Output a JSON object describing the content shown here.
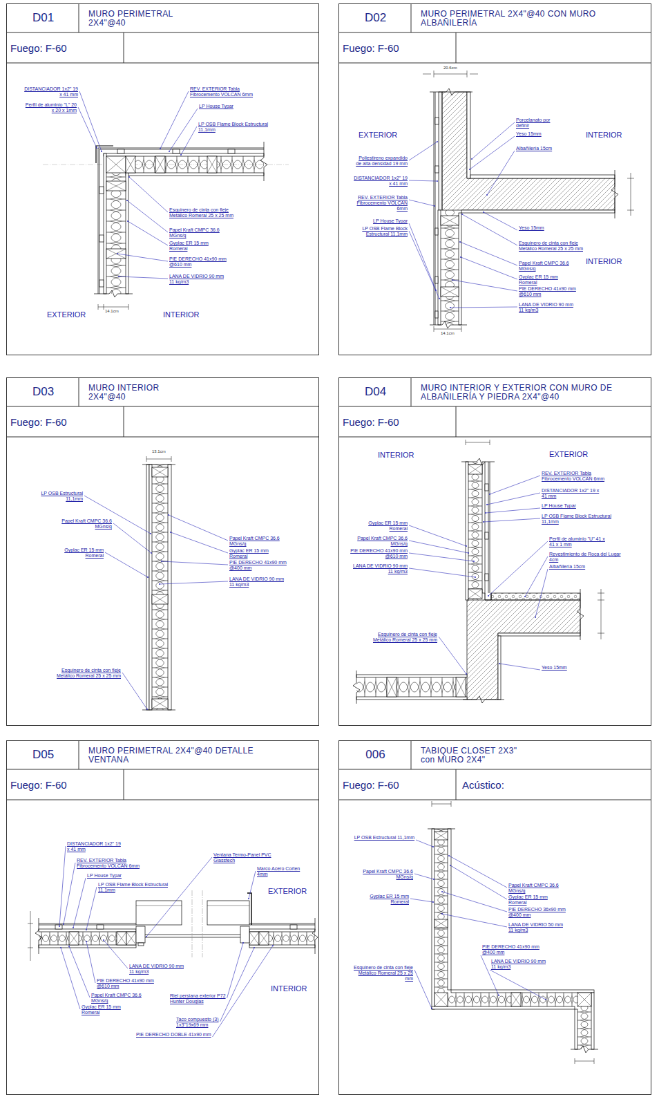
{
  "diagram": {
    "nodes": [
      {
        "text": [
          "D01",
          "MURO PERIMETRAL 2X4\"@40",
          "Fuego: F-60"
        ]
      },
      {
        "text": [
          "D02",
          "MURO PERIMETRAL 2X4\"@40 CON MURO ALBAÑILERÍA",
          "Fuego: F-60"
        ]
      },
      {
        "text": [
          "D03",
          "MURO INTERIOR 2X4\"@40",
          "Fuego: F-60"
        ]
      },
      {
        "text": [
          "D04",
          "MURO INTERIOR Y EXTERIOR CON MURO DE ALBAÑILERÍA Y PIEDRA 2X4\"@40",
          "Fuego: F-60"
        ]
      },
      {
        "text": [
          "D05",
          "MURO PERIMETRAL 2X4\"@40 DETALLE VENTANA",
          "Fuego: F-60"
        ]
      },
      {
        "text": [
          "006",
          "TABIQUE CLOSET 2X3\" con MURO 2X4\"",
          "Fuego: F-60",
          "Acústico:"
        ]
      }
    ],
    "labels": [
      "DISTANCIADOR 1x2\" 19 x 41 mm",
      "Perfil de aluminio \"L\" 20 x 20 x 1mm",
      "REV. EXTERIOR Tabla Fibrocemento VOLCAN 6mm",
      "LP House Typar",
      "LP OSB Flame Block Estructural 11,1mm",
      "Esquinero de cinta con fleje Metálico Romeral 25 x 25 mm",
      "Papel Kraft CMPC 36.6 MGns/g",
      "Gyplac ER 15 mm Romeral",
      "PIE DERECHO 41x90 mm @610 mm",
      "LANA DE VIDRIO 90 mm 11 kg/m3",
      "EXTERIOR",
      "INTERIOR",
      "14.1cm",
      "EXTERIOR",
      "INTERIOR",
      "INTERIOR",
      "Porcelanato por definir",
      "Yeso 15mm",
      "Albañilería 15cm",
      "Poliestireno expandido de alta densidad 19 mm",
      "DISTANCIADOR 1x2\" 19 x 41 mm",
      "REV. EXTERIOR Tabla Fibrocemento VOLCAN 6mm",
      "LP House Typar",
      "LP OSB Flame Block Estructural 11,1mm",
      "Yeso 15mm",
      "Esquinero de cinta con fleje Metálico Romeral 25 x 25 mm",
      "Papel Kraft CMPC 36.6 MGns/g",
      "Gyplac ER 15 mm Romeral",
      "PIE DERECHO 41x90 mm @610 mm",
      "LANA DE VIDRIO 90 mm 11 kg/m3",
      "20.6cm",
      "14.1cm",
      "LP OSB Estructural 11,1mm",
      "Papel Kraft CMPC 36.6 MGns/g",
      "Gyplac ER 15 mm Romeral",
      "Papel Kraft CMPC 36.6 MGns/g",
      "Gyplac ER 15 mm Romeral",
      "PIE DERECHO 41x90 mm @400 mm",
      "LANA DE VIDRIO 90 mm 11 kg/m3",
      "Esquinero de cinta con fleje Metálico Romeral 25 x 25 mm",
      "13.1cm",
      "INTERIOR",
      "EXTERIOR",
      "REV. EXTERIOR Tabla Fibrocemento VOLCAN 6mm",
      "DISTANCIADOR 1x2\" 19 x 41 mm",
      "LP House Typar",
      "LP OSB Flame Block Estructural 11,1mm",
      "Perfil de aluminio \"U\" 41 x 41 x 1 mm",
      "Revestimiento de Roca del Lugar 4cm",
      "Albañilería 15cm",
      "Gyplac ER 15 mm Romeral",
      "Papel Kraft CMPC 36.6 MGns/g",
      "PIE DERECHO 41x90 mm @610 mm",
      "LANA DE VIDRIO 90 mm 11 kg/m3",
      "Esquinero de cinta con fleje Metálico Romeral 25 x 25 mm",
      "Yeso 15mm",
      "DISTANCIADOR 1x2\" 19 x 41 mm",
      "REV. EXTERIOR Tabla Fibrocemento VOLCAN 6mm",
      "LP House Typar",
      "LP OSB Flame Block Estructural 11,1mm",
      "Ventana Termo-Panel PVC Glasstech",
      "Marco Acero Corten 4mm",
      "EXTERIOR",
      "INTERIOR",
      "LANA DE VIDRIO 90 mm 11 kg/m3",
      "PIE DERECHO 41x90 mm @610 mm",
      "Papel Kraft CMPC 36.6 MGns/g",
      "Gyplac ER 15 mm Romeral",
      "Riel persiana exterior P72 Hunter Douglas",
      "Taco compuesto (3) 1x3\"19x69 mm",
      "PIE DERECHO DOBLE 41x90 mm",
      "LP OSB Estructural 11,1mm",
      "Papel Kraft CMPC 36.6 MGns/g",
      "Gyplac ER 15 mm Romeral",
      "Papel Kraft CMPC 36.6 MGns/g",
      "Gyplac ER 15 mm Romeral",
      "PIE DERECHO 36x90 mm @400 mm",
      "LANA DE VIDRIO 50 mm 11 kg/m3",
      "PIE DERECHO 41x90 mm @400 mm",
      "LANA DE VIDRIO 90 mm 11 kg/m3",
      "Esquinero de cinta con fleje Metálico Romeral 25 x 25 mm"
    ]
  }
}
